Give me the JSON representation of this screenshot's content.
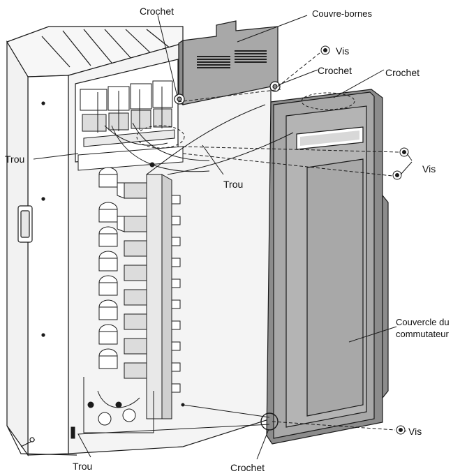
{
  "labels": {
    "crochet_top": "Crochet",
    "couvre_bornes": "Couvre-bornes",
    "vis_top": "Vis",
    "crochet_mid": "Crochet",
    "crochet_right": "Crochet",
    "trou_left": "Trou",
    "trou_mid": "Trou",
    "vis_right": "Vis",
    "couvercle_line1": "Couvercle du",
    "couvercle_line2": "commutateur",
    "vis_bottom": "Vis",
    "trou_bottom": "Trou",
    "crochet_bottom": "Crochet"
  },
  "colors": {
    "line": "#1a1a1a",
    "cover_fill": "#a8a8a8",
    "cover_fill_dark": "#8c8c8c",
    "panel_fill": "#f4f4f4",
    "background": "#ffffff"
  }
}
